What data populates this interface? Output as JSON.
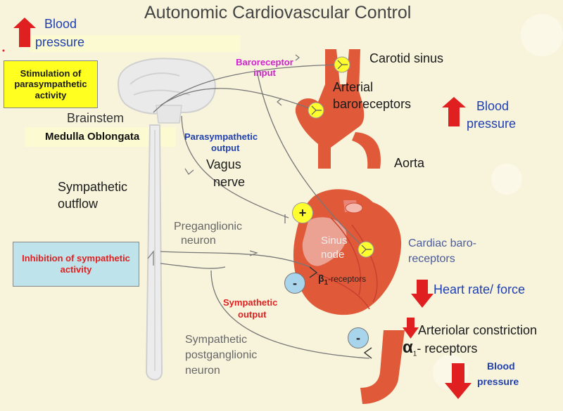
{
  "title": "Autonomic Cardiovascular Control",
  "labels": {
    "bp_top_left_line1": "Blood",
    "bp_top_left_line2": "pressure",
    "stim_para": "Stimulation of parasympathetic activity",
    "brainstem": "Brainstem",
    "medulla": "Medulla Oblongata",
    "baroreceptor_input": "Baroreceptor input",
    "carotid_sinus": "Carotid sinus",
    "arterial_baro_line1": "Arterial",
    "arterial_baro_line2": "baroreceptors",
    "bp_right_line1": "Blood",
    "bp_right_line2": "pressure",
    "aorta": "Aorta",
    "para_output_line1": "Parasympathetic",
    "para_output_line2": "output",
    "vagus_line1": "Vagus",
    "vagus_line2": "nerve",
    "symp_outflow_line1": "Sympathetic",
    "symp_outflow_line2": "outflow",
    "plus": "+",
    "preganglionic_line1": "Preganglionic",
    "preganglionic_line2": "neuron",
    "sinus_line1": "Sinus",
    "sinus_line2": "node",
    "cardiac_baro_line1": "Cardiac baro-",
    "cardiac_baro_line2": "receptors",
    "inhib_symp": "Inhibition of sympathetic activity",
    "minus": "-",
    "beta_symbol": "β",
    "beta_sub": "1",
    "beta_text": "-receptors",
    "heart_rate": "Heart rate/ force",
    "symp_output_line1": "Sympathetic",
    "symp_output_line2": "output",
    "arteriolar": "Arteriolar constriction",
    "alpha_symbol": "α",
    "alpha_sub": "1",
    "alpha_text": "- receptors",
    "postgang_line1": "Sympathetic",
    "postgang_line2": "postganglionic",
    "postgang_line3": "neuron",
    "bp_bottom_line1": "Blood",
    "bp_bottom_line2": "pressure"
  },
  "colors": {
    "background": "#f8f4dc",
    "arrow_red": "#e02020",
    "yellow_box": "#ffff20",
    "blue_box": "#bfe3ea",
    "highlight": "#fbfad0",
    "magenta": "#d020d0",
    "dark_blue": "#1f3fb0",
    "red_text": "#e02020",
    "heart": "#e05a3a",
    "yellow_circle": "#ffff30",
    "blue_circle": "#a8d4ec"
  }
}
